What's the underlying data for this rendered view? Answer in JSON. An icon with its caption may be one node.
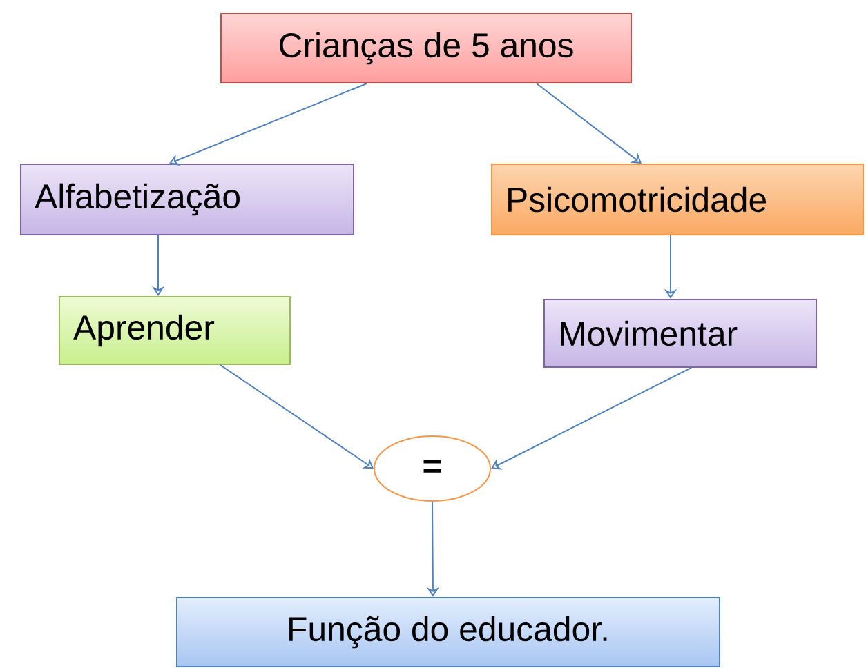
{
  "diagram": {
    "nodes": [
      {
        "text": [
          "Crianças de 5 anos"
        ]
      },
      {
        "text": [
          "Alfabetização"
        ]
      },
      {
        "text": [
          "Psicomotricidade"
        ]
      },
      {
        "text": [
          "Aprender"
        ]
      },
      {
        "text": [
          "Movimentar"
        ]
      },
      {
        "text": [
          "="
        ]
      },
      {
        "text": [
          "Função do educador."
        ]
      }
    ],
    "edges": [
      {
        "from": 0,
        "to": 1,
        "arrow": "to"
      },
      {
        "from": 0,
        "to": 2,
        "arrow": "to"
      },
      {
        "from": 1,
        "to": 3,
        "arrow": "to"
      },
      {
        "from": 2,
        "to": 4,
        "arrow": "to"
      },
      {
        "from": 3,
        "to": 5,
        "arrow": "to"
      },
      {
        "from": 4,
        "to": 5,
        "arrow": "to"
      },
      {
        "from": 5,
        "to": 6,
        "arrow": "to"
      }
    ]
  }
}
